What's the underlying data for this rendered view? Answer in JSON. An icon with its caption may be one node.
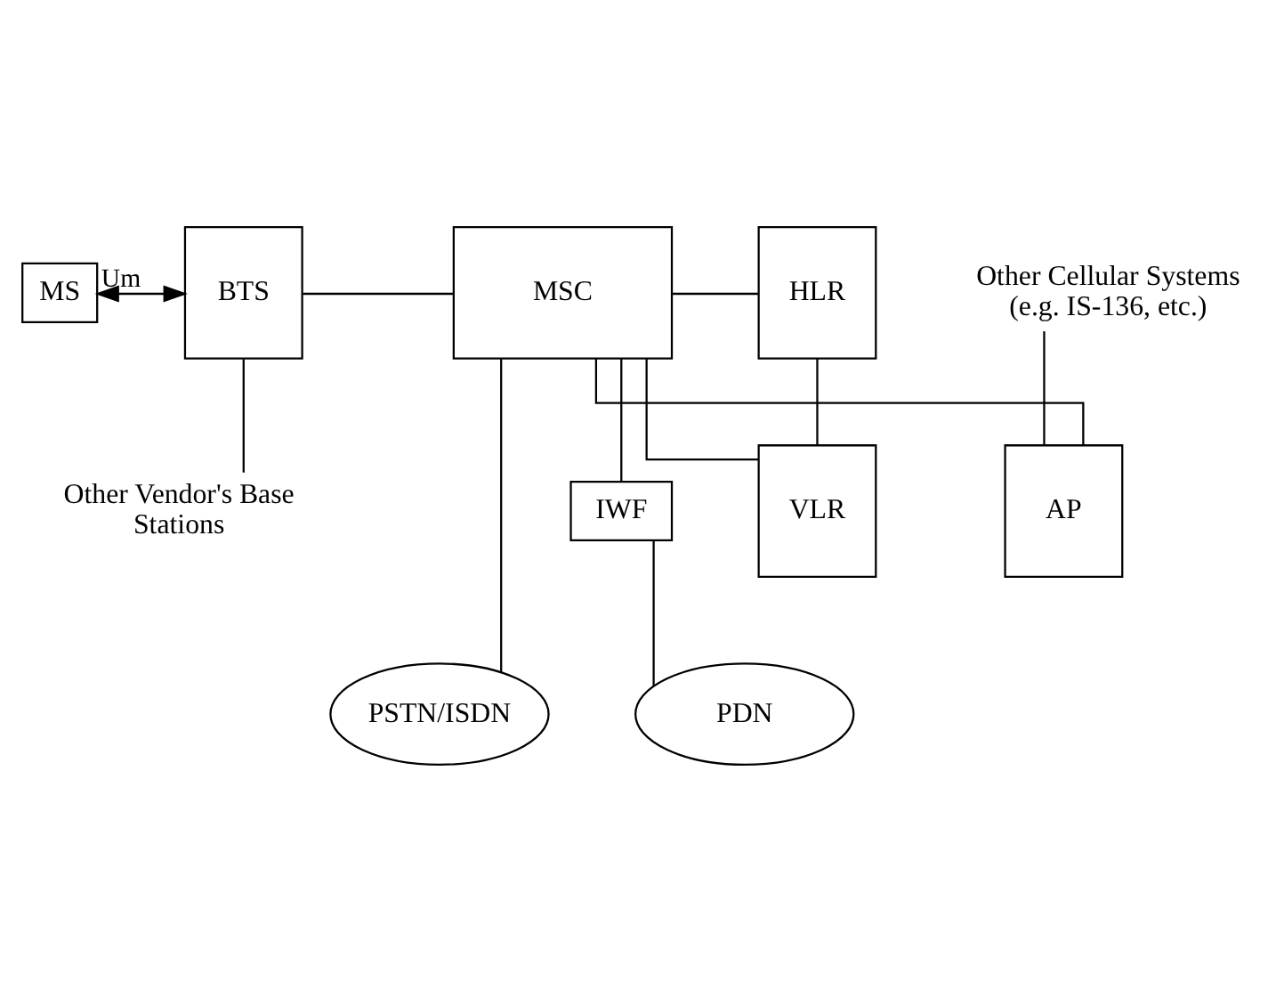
{
  "diagram": {
    "nodes": [
      {
        "text": [
          "MS"
        ]
      },
      {
        "text": [
          "BTS"
        ]
      },
      {
        "text": [
          "MSC"
        ]
      },
      {
        "text": [
          "AP"
        ]
      },
      {
        "text": [
          "VLR"
        ]
      },
      {
        "text": [
          "HLR"
        ]
      },
      {
        "text": [
          "IWF"
        ]
      },
      {
        "text": [
          "PDN"
        ]
      },
      {
        "text": [
          "PSTN/ISDN"
        ]
      },
      {
        "text": [
          "Other Vendor's Base Stations"
        ]
      },
      {
        "text": [
          "Other Cellular Systems (e.g. IS-136, etc.)"
        ]
      }
    ],
    "edges": [
      {
        "from": 0,
        "to": 1,
        "arrow": "both",
        "label": "Um"
      },
      {
        "from": 9,
        "to": 1,
        "arrow": "none"
      },
      {
        "from": 1,
        "to": 2,
        "arrow": "none"
      },
      {
        "from": 10,
        "to": 3,
        "arrow": "none"
      },
      {
        "from": 3,
        "to": 2,
        "arrow": "none"
      },
      {
        "from": 2,
        "to": 4,
        "arrow": "none"
      },
      {
        "from": 4,
        "to": 5,
        "arrow": "none"
      },
      {
        "from": 2,
        "to": 5,
        "arrow": "none"
      },
      {
        "from": 2,
        "to": 6,
        "arrow": "none"
      },
      {
        "from": 6,
        "to": 7,
        "arrow": "none"
      },
      {
        "from": 2,
        "to": 8,
        "arrow": "none"
      }
    ]
  }
}
